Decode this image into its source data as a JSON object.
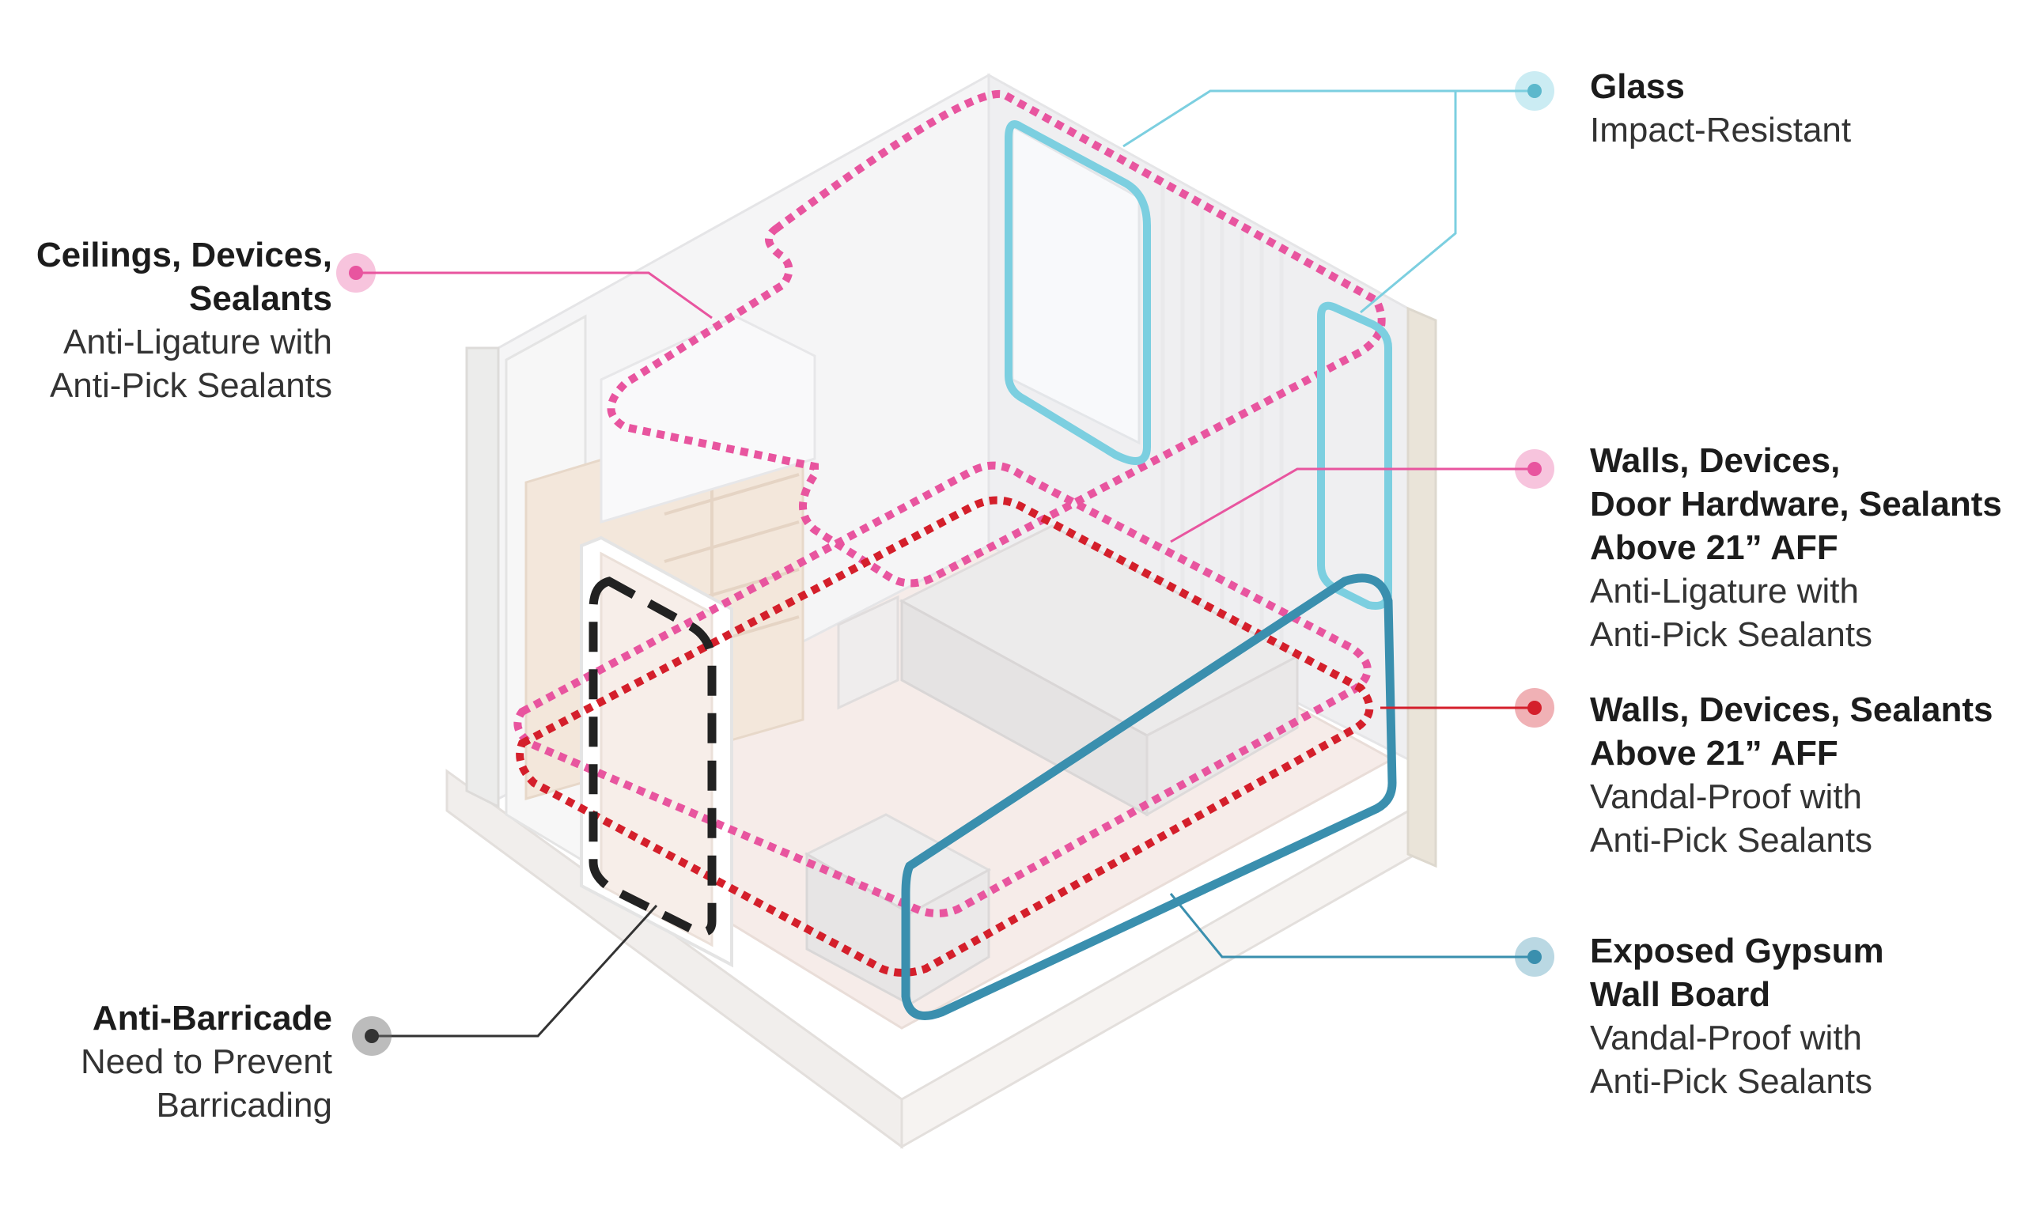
{
  "colors": {
    "pink": "#e8559f",
    "red": "#d41f2b",
    "light_blue": "#7ccfe0",
    "dark_blue": "#3a8fae",
    "black": "#222222",
    "gray_dot": "#6b6b6b"
  },
  "callouts": {
    "ceilings": {
      "title": "Ceilings, Devices,\nSealants",
      "subtitle": "Anti-Ligature with\nAnti-Pick Sealants",
      "color": "#e8559f",
      "icon": "pink-dot-icon"
    },
    "anti_barricade": {
      "title": "Anti-Barricade",
      "subtitle": "Need to Prevent\nBarricading",
      "color": "#6b6b6b",
      "icon": "gray-dot-icon"
    },
    "glass": {
      "title": "Glass",
      "subtitle": "Impact-Resistant",
      "color": "#7ccfe0",
      "icon": "light-blue-dot-icon"
    },
    "walls_door_hardware": {
      "title": "Walls, Devices,\nDoor Hardware, Sealants\nAbove 21” AFF",
      "subtitle": "Anti-Ligature with\nAnti-Pick Sealants",
      "color": "#e8559f",
      "icon": "pink-dot-icon"
    },
    "walls_vandal": {
      "title": "Walls, Devices, Sealants\nAbove 21” AFF",
      "subtitle": "Vandal-Proof with\nAnti-Pick Sealants",
      "color": "#d41f2b",
      "icon": "red-dot-icon"
    },
    "gypsum": {
      "title": "Exposed Gypsum\nWall Board",
      "subtitle": "Vandal-Proof with\nAnti-Pick Sealants",
      "color": "#3a8fae",
      "icon": "dark-blue-dot-icon"
    }
  }
}
